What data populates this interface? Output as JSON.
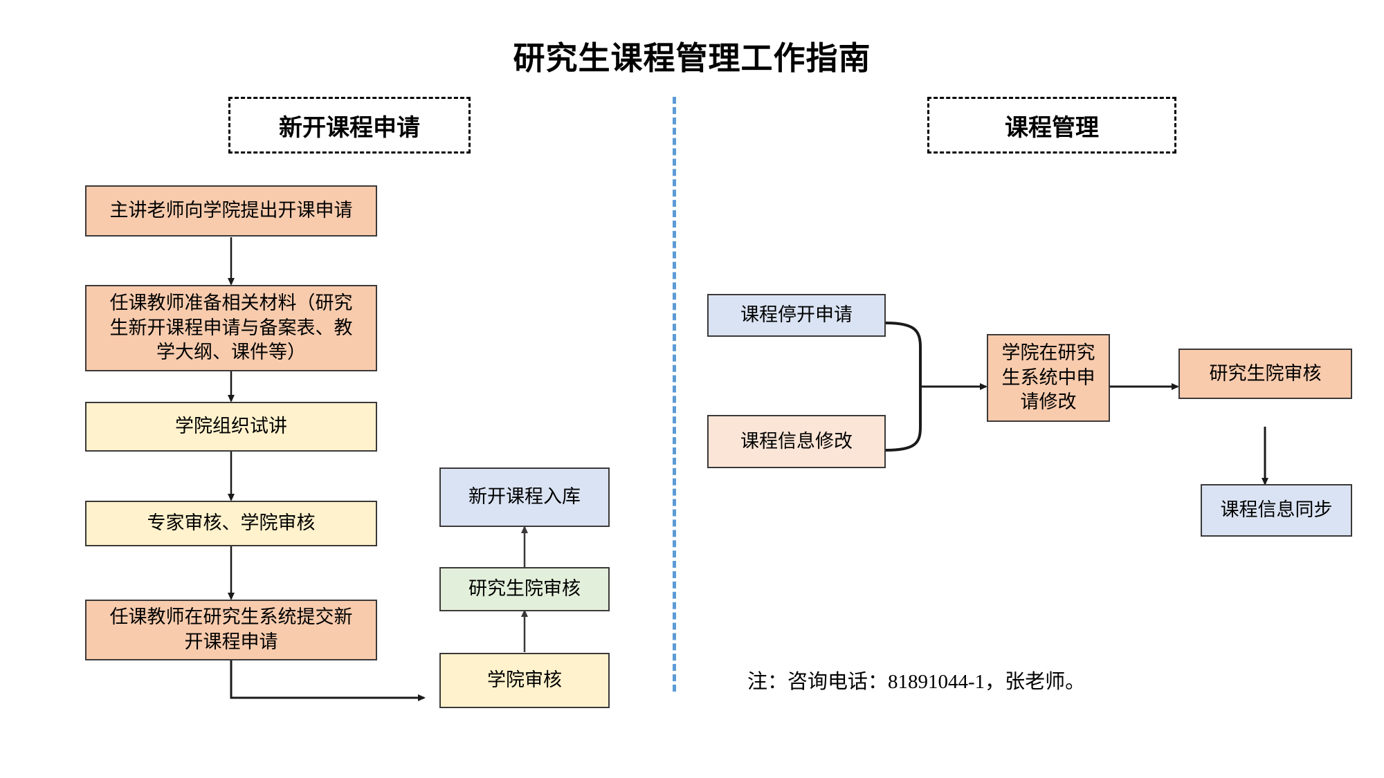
{
  "title": "研究生课程管理工作指南",
  "sections": {
    "left": {
      "header": "新开课程申请"
    },
    "right": {
      "header": "课程管理"
    }
  },
  "colors": {
    "peach": "#F8CBAD",
    "peach_light": "#FBE5D6",
    "yellow": "#FFF2CC",
    "blue": "#DAE3F3",
    "green": "#E2EFDA",
    "border": "#3B3838",
    "divider": "#5B9BD5",
    "text": "#000000",
    "background": "#FFFFFF"
  },
  "chart_data": {
    "type": "flowchart",
    "title": "研究生课程管理工作指南",
    "lanes": [
      {
        "name": "新开课程申请",
        "nodes": [
          {
            "id": "L1",
            "label": "主讲老师向学院提出开课申请",
            "color": "peach"
          },
          {
            "id": "L2",
            "label": "任课教师准备相关材料（研究\n生新开课程申请与备案表、教\n学大纲、课件等）",
            "color": "peach"
          },
          {
            "id": "L3",
            "label": "学院组织试讲",
            "color": "yellow"
          },
          {
            "id": "L4",
            "label": "专家审核、学院审核",
            "color": "yellow"
          },
          {
            "id": "L5",
            "label": "任课教师在研究生系统提交新\n开课程申请",
            "color": "peach"
          },
          {
            "id": "M1",
            "label": "学院审核",
            "color": "yellow"
          },
          {
            "id": "M2",
            "label": "研究生院审核",
            "color": "green"
          },
          {
            "id": "M3",
            "label": "新开课程入库",
            "color": "blue"
          }
        ],
        "edges": [
          {
            "from": "L1",
            "to": "L2"
          },
          {
            "from": "L2",
            "to": "L3"
          },
          {
            "from": "L3",
            "to": "L4"
          },
          {
            "from": "L4",
            "to": "L5"
          },
          {
            "from": "L5",
            "to": "M1"
          },
          {
            "from": "M1",
            "to": "M2"
          },
          {
            "from": "M2",
            "to": "M3"
          }
        ]
      },
      {
        "name": "课程管理",
        "nodes": [
          {
            "id": "R1",
            "label": "课程停开申请",
            "color": "blue"
          },
          {
            "id": "R2",
            "label": "课程信息修改",
            "color": "peach_light"
          },
          {
            "id": "R3",
            "label": "学院在研究\n生系统中申\n请修改",
            "color": "peach"
          },
          {
            "id": "R4",
            "label": "研究生院审核",
            "color": "peach"
          },
          {
            "id": "R5",
            "label": "课程信息同步",
            "color": "blue"
          }
        ],
        "edges": [
          {
            "from": "R1",
            "to": "R3"
          },
          {
            "from": "R2",
            "to": "R3"
          },
          {
            "from": "R3",
            "to": "R4"
          },
          {
            "from": "R4",
            "to": "R5"
          }
        ]
      }
    ]
  },
  "nodes": {
    "L1": "主讲老师向学院提出开课申请",
    "L2": "任课教师准备相关材料（研究\n生新开课程申请与备案表、教\n学大纲、课件等）",
    "L3": "学院组织试讲",
    "L4": "专家审核、学院审核",
    "L5": "任课教师在研究生系统提交新\n开课程申请",
    "M1": "学院审核",
    "M2": "研究生院审核",
    "M3": "新开课程入库",
    "R1": "课程停开申请",
    "R2": "课程信息修改",
    "R3": "学院在研究\n生系统中申\n请修改",
    "R4": "研究生院审核",
    "R5": "课程信息同步"
  },
  "footnote": "注：咨询电话：81891044-1，张老师。"
}
